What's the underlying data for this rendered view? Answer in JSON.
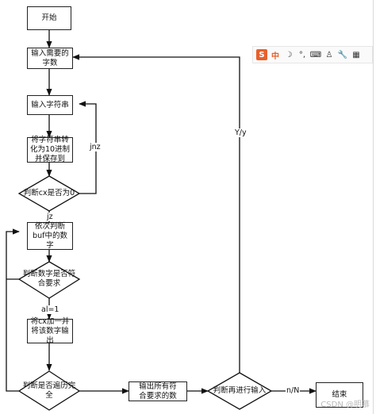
{
  "nodes": {
    "start": "开始",
    "input_count": [
      "输入需要的",
      "字数"
    ],
    "input_string": "输入字符串",
    "convert": [
      "将字符串转",
      "化为10进制",
      "并保存到"
    ],
    "check_cx": "判断cx是否为0",
    "check_buf": [
      "依次判断",
      "buf中的数",
      "字"
    ],
    "check_match": [
      "判断数字是否符",
      "合要求"
    ],
    "add_cx": [
      "将cx加一并",
      "将该数字输",
      "出"
    ],
    "check_all": [
      "判断是否遍历完",
      "全"
    ],
    "output_all": [
      "输出所有符",
      "合要求的数"
    ],
    "ask_again": "判断再进行输入",
    "end": "结束"
  },
  "edge_labels": {
    "jnz": "jnz",
    "jz": "jz",
    "al1": "al=1",
    "yes_y": "Y/y",
    "no_n": "n/N"
  },
  "ime_toolbar": {
    "logo": "S",
    "mode": "中",
    "items": [
      "moon-icon",
      "punctuation-icon",
      "keyboard-icon",
      "user-icon",
      "wrench-icon",
      "grid-icon"
    ]
  },
  "watermark": "CSDN @明慕"
}
